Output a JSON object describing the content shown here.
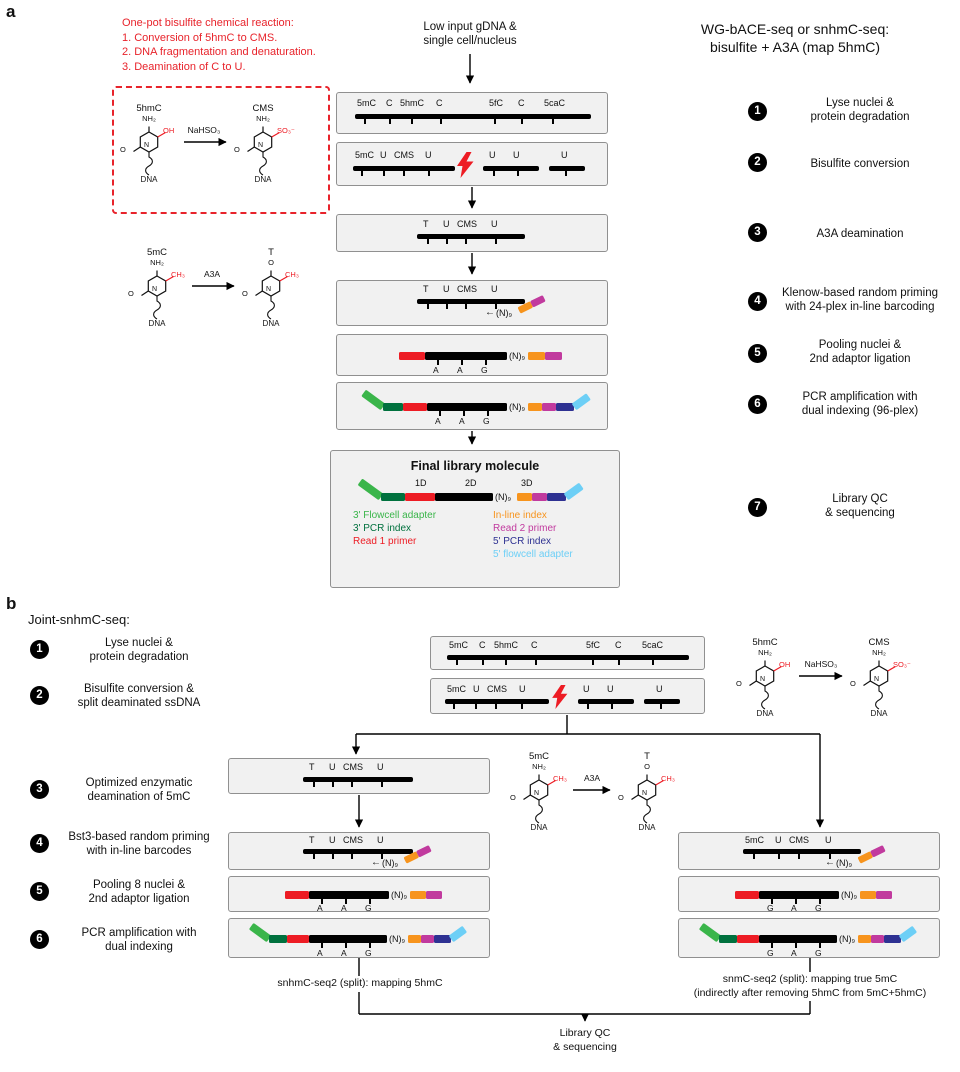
{
  "colors": {
    "note_red": "#e8232b",
    "red": "#ed1c24",
    "orange": "#f7941d",
    "magenta": "#c13a9e",
    "green": "#3ab54a",
    "dark_green": "#00713e",
    "blue": "#2e3192",
    "light_blue": "#6dcff6",
    "box_fill": "#f1f1f1",
    "box_border": "#909090"
  },
  "shared": {
    "n9": "(N)₉",
    "arrow_left": "←",
    "dna": "DNA",
    "n": "N",
    "o": "O"
  },
  "strands": {
    "full": [
      "5mC",
      "C",
      "5hmC",
      "C",
      "5fC",
      "C",
      "5caC"
    ],
    "frag_a": [
      "5mC",
      "U",
      "CMS",
      "U"
    ],
    "frag_b": [
      "U",
      "U"
    ],
    "frag_c": [
      "U"
    ],
    "deam": [
      "T",
      "U",
      "CMS",
      "U"
    ],
    "deam_mc": [
      "5mC",
      "U",
      "CMS",
      "U"
    ]
  },
  "barcodes": {
    "aag": [
      "A",
      "A",
      "G"
    ],
    "gag": [
      "G",
      "A",
      "G"
    ]
  },
  "reactions": {
    "bisulfite": {
      "left": {
        "name": "5hmC",
        "top": "NH₂",
        "sub": "OH"
      },
      "reagent": "NaHSO₃",
      "right": {
        "name": "CMS",
        "top": "NH₂",
        "sub": "SO₃⁻"
      }
    },
    "deamination": {
      "left": {
        "name": "5mC",
        "top": "NH₂",
        "sub": "CH₃"
      },
      "reagent": "A3A",
      "right": {
        "name": "T",
        "top": "O",
        "sub": "CH₃"
      }
    }
  },
  "panel_a": {
    "label": "a",
    "note_title": "One-pot bisulfite chemical reaction:",
    "note_lines": [
      "1. Conversion of 5hmC to CMS.",
      "2. DNA fragmentation and denaturation.",
      "3. Deamination of C to U."
    ],
    "input_label": "Low input gDNA &\nsingle cell/nucleus",
    "method_title": "WG-bACE-seq or snhmC-seq:\nbisulfite + A3A (map 5hmC)",
    "steps": [
      {
        "num": "1",
        "label": "Lyse nuclei &\nprotein degradation"
      },
      {
        "num": "2",
        "label": "Bisulfite conversion"
      },
      {
        "num": "3",
        "label": "A3A deamination"
      },
      {
        "num": "4",
        "label": "Klenow-based random priming\nwith 24-plex in-line barcoding"
      },
      {
        "num": "5",
        "label": "Pooling nuclei &\n2nd adaptor ligation"
      },
      {
        "num": "6",
        "label": "PCR amplification with\ndual indexing (96-plex)"
      },
      {
        "num": "7",
        "label": "Library QC\n& sequencing"
      }
    ],
    "final": {
      "title": "Final library molecule",
      "d1": "1D",
      "d2": "2D",
      "d3": "3D",
      "legend_left": [
        "3' Flowcell adapter",
        "3' PCR index",
        "Read 1 primer"
      ],
      "legend_right": [
        "In-line index",
        "Read 2 primer",
        "5' PCR index",
        "5' flowcell adapter"
      ]
    }
  },
  "panel_b": {
    "label": "b",
    "title": "Joint-snhmC-seq:",
    "steps": [
      {
        "num": "1",
        "label": "Lyse nuclei &\nprotein degradation"
      },
      {
        "num": "2",
        "label": "Bisulfite conversion &\nsplit deaminated ssDNA"
      },
      {
        "num": "3",
        "label": "Optimized enzymatic\ndeamination of 5mC"
      },
      {
        "num": "4",
        "label": "Bst3-based random priming\nwith in-line barcodes"
      },
      {
        "num": "5",
        "label": "Pooling 8 nuclei &\n2nd adaptor ligation"
      },
      {
        "num": "6",
        "label": "PCR amplification with\ndual indexing"
      }
    ],
    "left_output": "snhmC-seq2 (split): mapping 5hmC",
    "right_output": "snmC-seq2 (split): mapping true 5mC\n(indirectly after removing 5hmC from 5mC+5hmC)",
    "bottom_label": "Library QC\n& sequencing"
  }
}
